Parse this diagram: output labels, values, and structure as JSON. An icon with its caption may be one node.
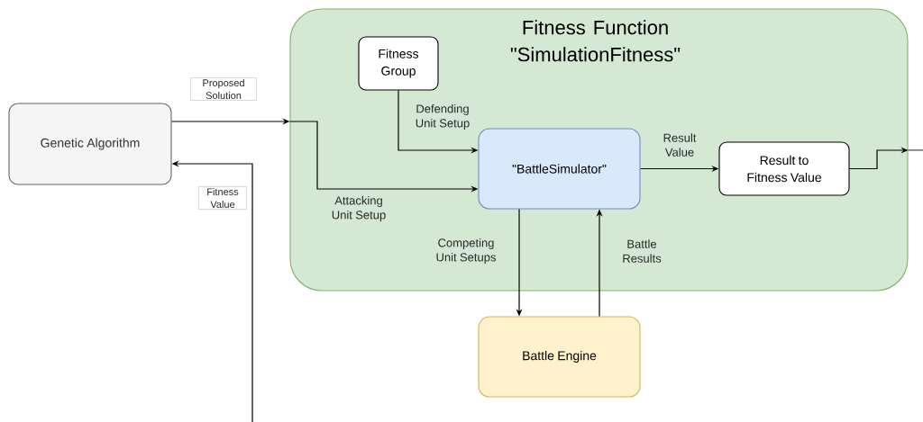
{
  "diagram": {
    "nodes": [
      {
        "text": [
          "Fitness Function \"SimulationFitness\""
        ]
      },
      {
        "text": [
          "Genetic Algorithm"
        ]
      },
      {
        "text": [
          "Fitness Group"
        ],
        "in": 0
      },
      {
        "text": [
          "\"BattleSimulator\""
        ],
        "in": 0
      },
      {
        "text": [
          "Result to Fitness Value"
        ],
        "in": 0
      },
      {
        "text": [
          "Battle Engine"
        ]
      }
    ],
    "edges": [
      {
        "from": 1,
        "to": 0,
        "arrow": "to",
        "label": "Proposed Solution"
      },
      {
        "from": 0,
        "to": 3,
        "arrow": "to",
        "label": "Attacking Unit Setup"
      },
      {
        "from": 2,
        "to": 3,
        "arrow": "to",
        "label": "Defending Unit Setup"
      },
      {
        "from": 3,
        "to": 4,
        "arrow": "to",
        "label": "Result Value"
      },
      {
        "from": 4,
        "to": 0,
        "arrow": "to"
      },
      {
        "from": 0,
        "to": null,
        "arrow": "none"
      },
      {
        "from": null,
        "to": 1,
        "arrow": "to",
        "label": "Fitness Value"
      },
      {
        "from": 3,
        "to": 5,
        "arrow": "to",
        "label": "Competing Unit Setups"
      },
      {
        "from": 5,
        "to": 3,
        "arrow": "to",
        "label": "Battle Results"
      }
    ]
  }
}
